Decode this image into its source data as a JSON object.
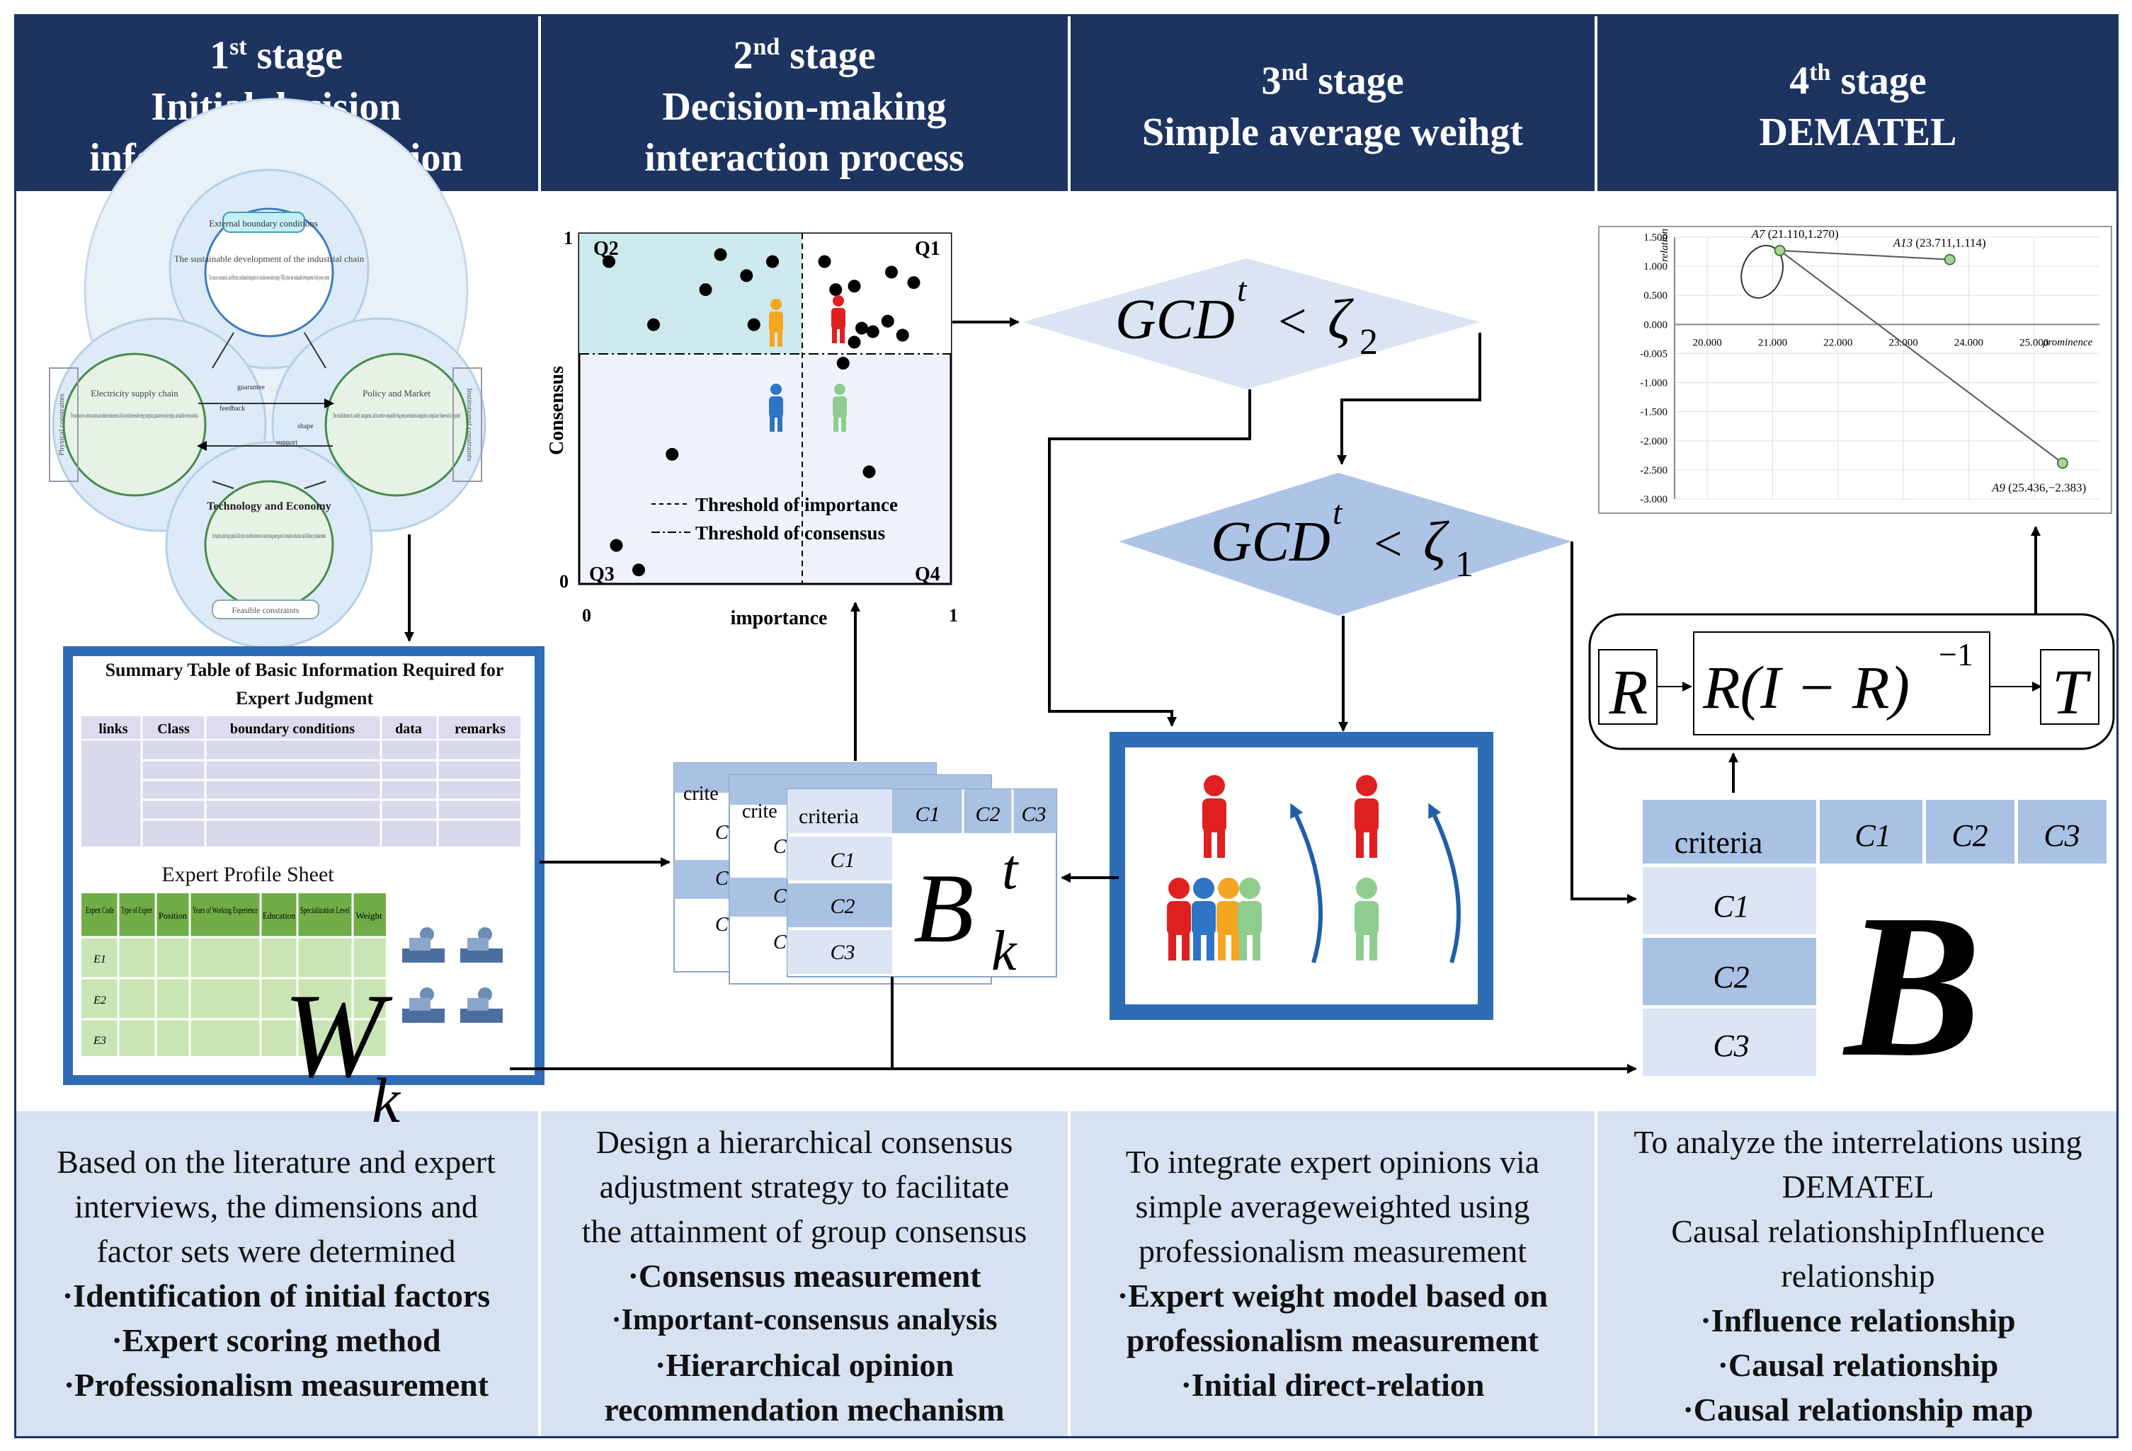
{
  "headers": [
    {
      "stage_num": "1",
      "stage_sup": "st",
      "stage_word": "stage",
      "line1": "Initial decision",
      "line2": "information collection"
    },
    {
      "stage_num": "2",
      "stage_sup": "nd",
      "stage_word": "stage",
      "line1": "Decision-making",
      "line2": "interaction process"
    },
    {
      "stage_num": "3",
      "stage_sup": "nd",
      "stage_word": "stage",
      "line1": "Simple average weihgt",
      "line2": ""
    },
    {
      "stage_num": "4",
      "stage_sup": "th",
      "stage_word": "stage",
      "line1": "DEMATEL",
      "line2": ""
    }
  ],
  "bottom": [
    {
      "text": [
        "Based on the literature and expert",
        "interviews, the dimensions and",
        "factor sets were determined"
      ],
      "bullets": [
        "·Identification of initial factors",
        "·Expert scoring method",
        "·Professionalism measurement"
      ]
    },
    {
      "text": [
        "Design a hierarchical consensus",
        "adjustment strategy to facilitate",
        "the attainment of group consensus"
      ],
      "bullets": [
        "·Consensus measurement",
        "·Important-consensus analysis",
        "·Hierarchical opinion",
        "recommendation mechanism"
      ]
    },
    {
      "text": [
        "To integrate expert opinions via",
        "simple averageweighted using",
        "professionalism measurement"
      ],
      "bullets": [
        "·Expert weight model based on",
        "professionalism measurement",
        "·Initial direct-relation"
      ]
    },
    {
      "text": [
        "To analyze the interrelations using",
        "DEMATEL",
        "Causal relationshipInfluence",
        "relationship"
      ],
      "bullets": [
        "·Influence relationship",
        "·Causal relationship",
        "·Causal relationship map"
      ]
    }
  ],
  "venn": {
    "top_tag": "External boundary conditions",
    "top_title": "The sustainable development of the industrial chain",
    "top_body": "The secure, economical, and efficient coordinated integration of variable renewable energy (VRE) drives the sustainable development of the power system",
    "left_title": "Electricity supply chain",
    "left_body": "The mandatory low-carbon transition and resilience enhancement call for prioritized renewable energy integration, guaranteed security margins, and equitable service provision.",
    "right_title": "Policy and Market",
    "right_body": "The establishment of a stable, transparent, and incentive-compatible long-term mechanism alongside a compliance framework is required",
    "bottom_title": "Technology and Economy",
    "bottom_body": "It requires achieving optimal lifecycle cost-effectiveness to secure long-term goals of emission reduction and efficiency enhancement",
    "bottom_tag": "Feasible constraints",
    "left_side_tag": "Physical constraints",
    "right_side_tag": "Institutional constraints",
    "arrow_guarantee": "guarantee",
    "arrow_feedback": "feedback",
    "arrow_support": "support",
    "arrow_shape": "shape"
  },
  "summary_table": {
    "title1": "Summary Table of Basic Information Required for",
    "title2": "Expert Judgment",
    "columns": [
      "links",
      "Class",
      "boundary conditions",
      "data",
      "remarks"
    ],
    "profile_title": "Expert Profile Sheet",
    "profile_columns": [
      "Expert Code",
      "Type of Expert",
      "Position",
      "Years of Working Experience",
      "Education",
      "Specialization Level",
      "Weight"
    ],
    "profile_rows": [
      "E1",
      "E2",
      "E3"
    ],
    "wk_base": "W",
    "wk_sub": "k"
  },
  "scatter": {
    "q1": "Q1",
    "q2": "Q2",
    "q3": "Q3",
    "q4": "Q4",
    "y_top": "1",
    "y_bottom": "0",
    "x_left": "0",
    "x_right": "1",
    "xlabel": "importance",
    "ylabel": "Consensus",
    "legend_importance": "Threshold of importance",
    "legend_consensus": "Threshold of consensus",
    "points": [
      [
        0.08,
        0.92
      ],
      [
        0.38,
        0.94
      ],
      [
        0.2,
        0.74
      ],
      [
        0.34,
        0.84
      ],
      [
        0.45,
        0.88
      ],
      [
        0.47,
        0.74
      ],
      [
        0.52,
        0.92
      ],
      [
        0.66,
        0.92
      ],
      [
        0.74,
        0.85
      ],
      [
        0.84,
        0.89
      ],
      [
        0.9,
        0.86
      ],
      [
        0.69,
        0.84
      ],
      [
        0.74,
        0.69
      ],
      [
        0.76,
        0.73
      ],
      [
        0.79,
        0.72
      ],
      [
        0.83,
        0.75
      ],
      [
        0.87,
        0.71
      ],
      [
        0.71,
        0.63
      ],
      [
        0.25,
        0.37
      ],
      [
        0.78,
        0.32
      ],
      [
        0.1,
        0.11
      ],
      [
        0.16,
        0.04
      ]
    ],
    "importance_threshold": 0.6,
    "consensus_threshold": 0.65
  },
  "matrices_stage2": {
    "header": "criteria",
    "partial_labels": [
      "crite",
      "crite"
    ],
    "cols": [
      "C1",
      "C2",
      "C3"
    ],
    "rows": [
      "C1",
      "C2",
      "C3"
    ],
    "partial_rows": [
      "C",
      "C",
      "C"
    ],
    "big_base": "B",
    "big_sup": "t",
    "big_sub": "k"
  },
  "conditions": {
    "upper": {
      "base": "GCD",
      "sup": "t",
      "op": "<",
      "zeta": "ζ",
      "sub": "2"
    },
    "lower": {
      "base": "GCD",
      "sup": "t",
      "op": "<",
      "zeta": "ζ",
      "sub": "1"
    }
  },
  "dematel_chart": {
    "ylabel": "relation",
    "xlabel": "prominence",
    "y_ticks": [
      "1.500",
      "1.000",
      "0.500",
      "0.000",
      "-0.005",
      "-1.000",
      "-1.500",
      "-2.000",
      "-2.500",
      "-3.000"
    ],
    "x_ticks": [
      "20.000",
      "21.000",
      "22.000",
      "23.000",
      "24.000",
      "25.000"
    ],
    "points": [
      {
        "label": "A7",
        "value": "(21.110,1.270)",
        "x": 21.11,
        "y": 1.27
      },
      {
        "label": "A13",
        "value": "(23.711,1.114)",
        "x": 23.711,
        "y": 1.114
      },
      {
        "label": "A9",
        "value": "(25.436,−2.383)",
        "x": 25.436,
        "y": -2.383
      }
    ]
  },
  "formula": {
    "r": "R",
    "middle": "R(I − R)",
    "exp": "−1",
    "t": "T"
  },
  "matrix_stage4": {
    "header": "criteria",
    "cols": [
      "C1",
      "C2",
      "C3"
    ],
    "rows": [
      "C1",
      "C2",
      "C3"
    ],
    "big": "B"
  },
  "colors": {
    "header_bg": "#1d3461",
    "bottom_bg": "#d6e1f1",
    "frame_blue": "#2e6cb5",
    "cell_blue": "#a9c1e3",
    "cell_light": "#dbe5f4",
    "diamond_upper": "#dae4f3",
    "diamond_lower": "#aec4e6"
  }
}
